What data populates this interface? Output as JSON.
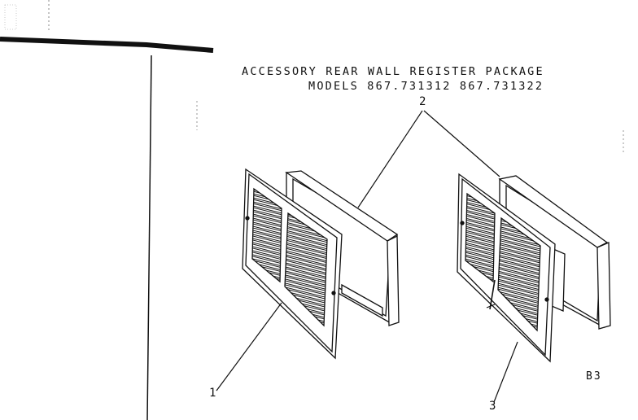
{
  "diagram": {
    "title": "ACCESSORY REAR WALL REGISTER PACKAGE",
    "models_line": "MODELS 867.731312  867.731322",
    "callouts": [
      "1",
      "2",
      "3"
    ],
    "page_code": "B3"
  },
  "colors": {
    "ink": "#111111",
    "paper": "#ffffff"
  }
}
